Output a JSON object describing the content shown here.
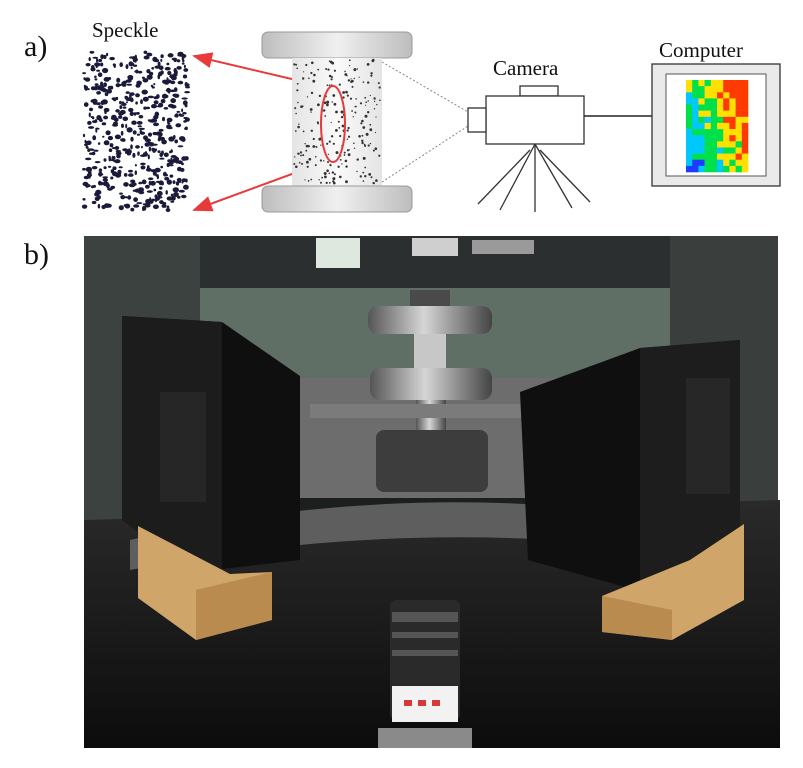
{
  "panel_a": {
    "label": "a)",
    "speckle_label": "Speckle",
    "camera_label": "Camera",
    "computer_label": "Computer"
  },
  "panel_b": {
    "label": "b)"
  },
  "colors": {
    "arrow": "#e83a3a",
    "platen": "#dedede",
    "speckle_dot": "#1a1a3a",
    "heatmap": [
      "#1e3cff",
      "#00c8ff",
      "#00e04a",
      "#ffe000",
      "#ff3a00"
    ]
  }
}
